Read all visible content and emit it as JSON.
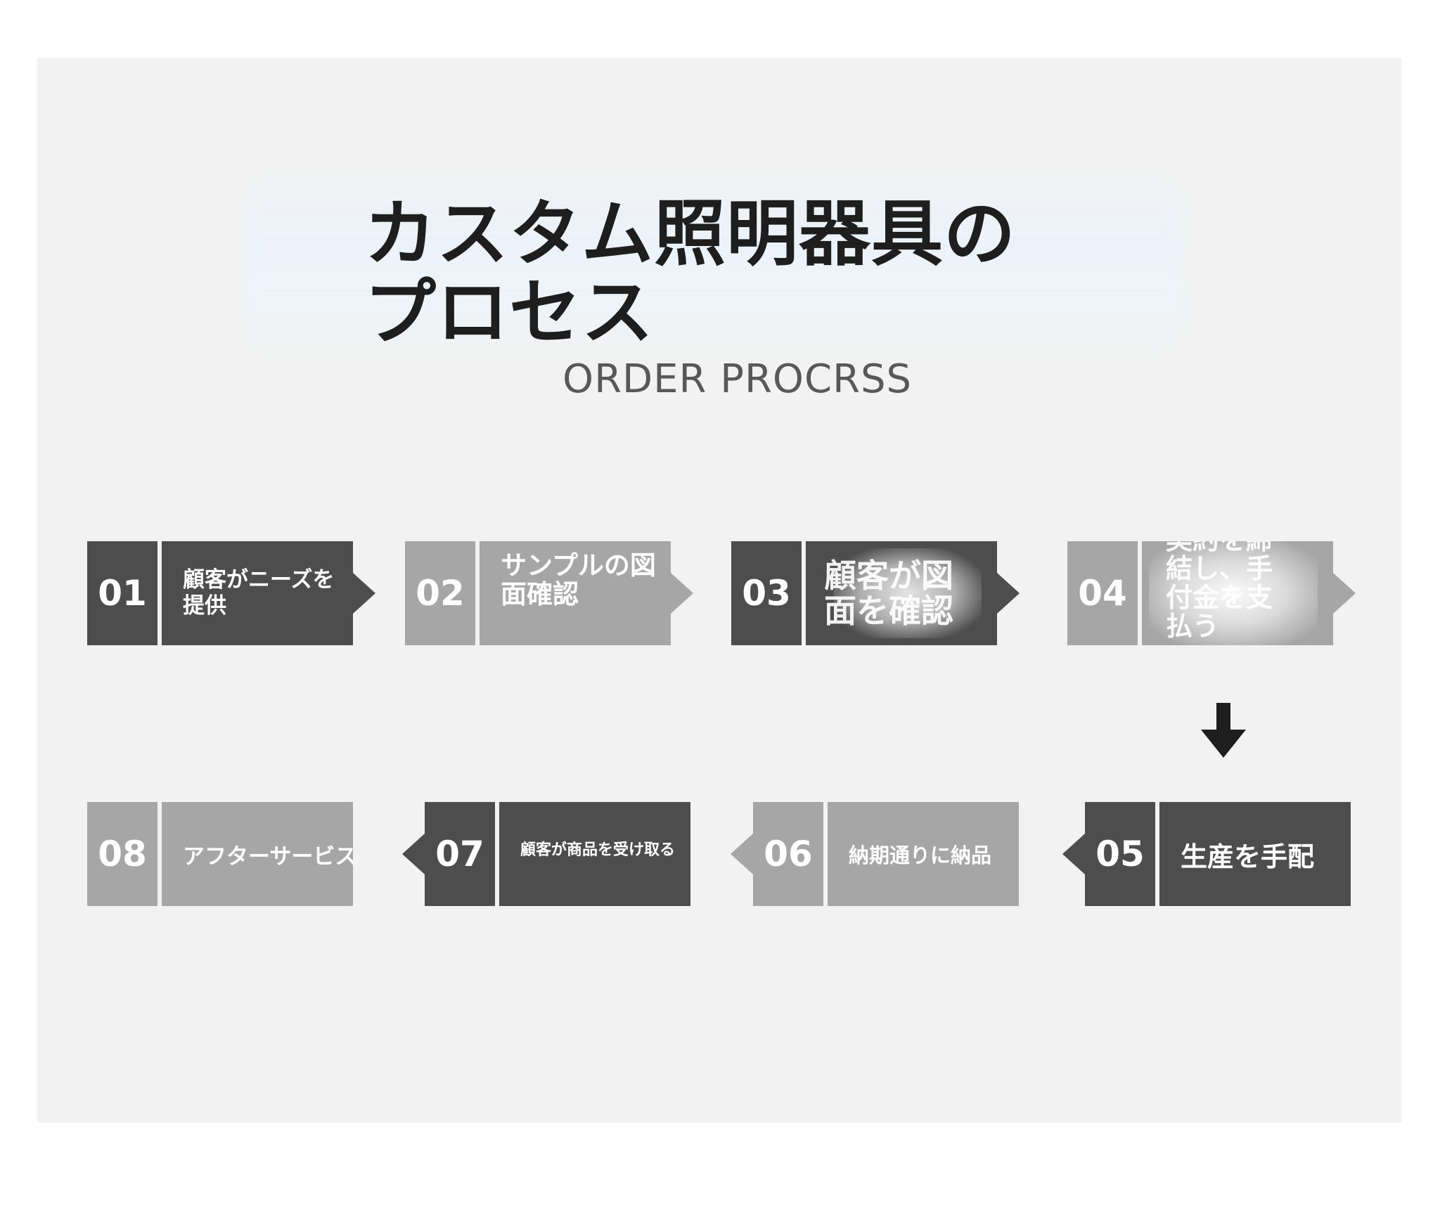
{
  "title": "カスタム照明器具のプロセス",
  "subtitle": "ORDER PROCRSS",
  "colors": {
    "dark_box": "#4d4d4d",
    "light_box": "#a6a6a6",
    "background": "#f2f2f2",
    "arrow": "#1e1e1e"
  },
  "steps": [
    {
      "num": "01",
      "label": "顧客がニーズを提供"
    },
    {
      "num": "02",
      "label": "サンプルの図面確認"
    },
    {
      "num": "03",
      "label": "顧客が図面を確認"
    },
    {
      "num": "04",
      "label": "契約を締結し、手付金を支払う"
    },
    {
      "num": "05",
      "label": "生産を手配"
    },
    {
      "num": "06",
      "label": "納期通りに納品"
    },
    {
      "num": "07",
      "label": "顧客が商品を受け取る"
    },
    {
      "num": "08",
      "label": "アフターサービス"
    }
  ],
  "down_arrow_icon": "arrow-down-icon"
}
